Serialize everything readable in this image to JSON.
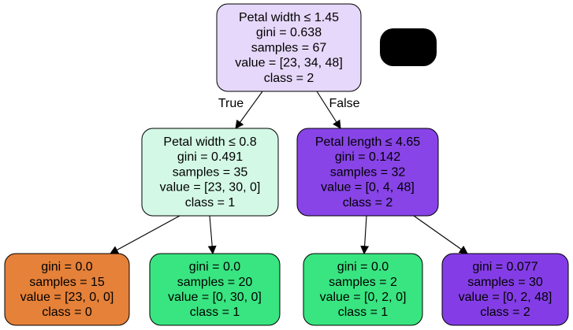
{
  "tree": {
    "nodes": [
      {
        "id": "root",
        "color": "#e6d8fa",
        "lines": [
          "Petal width ≤ 1.45",
          "gini = 0.638",
          "samples = 67",
          "value = [23, 34, 48]",
          "class = 2"
        ]
      },
      {
        "id": "left",
        "color": "#d3f9e6",
        "lines": [
          "Petal width ≤ 0.8",
          "gini = 0.491",
          "samples = 35",
          "value = [23, 30, 0]",
          "class = 1"
        ]
      },
      {
        "id": "right",
        "color": "#8844e7",
        "lines": [
          "Petal length ≤ 4.65",
          "gini = 0.142",
          "samples = 32",
          "value = [0, 4, 48]",
          "class = 2"
        ]
      },
      {
        "id": "leaf-ll",
        "color": "#e58139",
        "lines": [
          "gini = 0.0",
          "samples = 15",
          "value = [23, 0, 0]",
          "class = 0"
        ]
      },
      {
        "id": "leaf-lr",
        "color": "#39e581",
        "lines": [
          "gini = 0.0",
          "samples = 20",
          "value = [0, 30, 0]",
          "class = 1"
        ]
      },
      {
        "id": "leaf-rl",
        "color": "#39e581",
        "lines": [
          "gini = 0.0",
          "samples = 2",
          "value = [0, 2, 0]",
          "class = 1"
        ]
      },
      {
        "id": "leaf-rr",
        "color": "#843de6",
        "lines": [
          "gini = 0.077",
          "samples = 30",
          "value = [0, 2, 48]",
          "class = 2"
        ]
      }
    ],
    "edges": [
      {
        "from": "root",
        "to": "left",
        "label": "True"
      },
      {
        "from": "root",
        "to": "right",
        "label": "False"
      },
      {
        "from": "left",
        "to": "leaf-ll",
        "label": ""
      },
      {
        "from": "left",
        "to": "leaf-lr",
        "label": ""
      },
      {
        "from": "right",
        "to": "leaf-rl",
        "label": ""
      },
      {
        "from": "right",
        "to": "leaf-rr",
        "label": ""
      }
    ],
    "redaction_color": "#000000"
  }
}
